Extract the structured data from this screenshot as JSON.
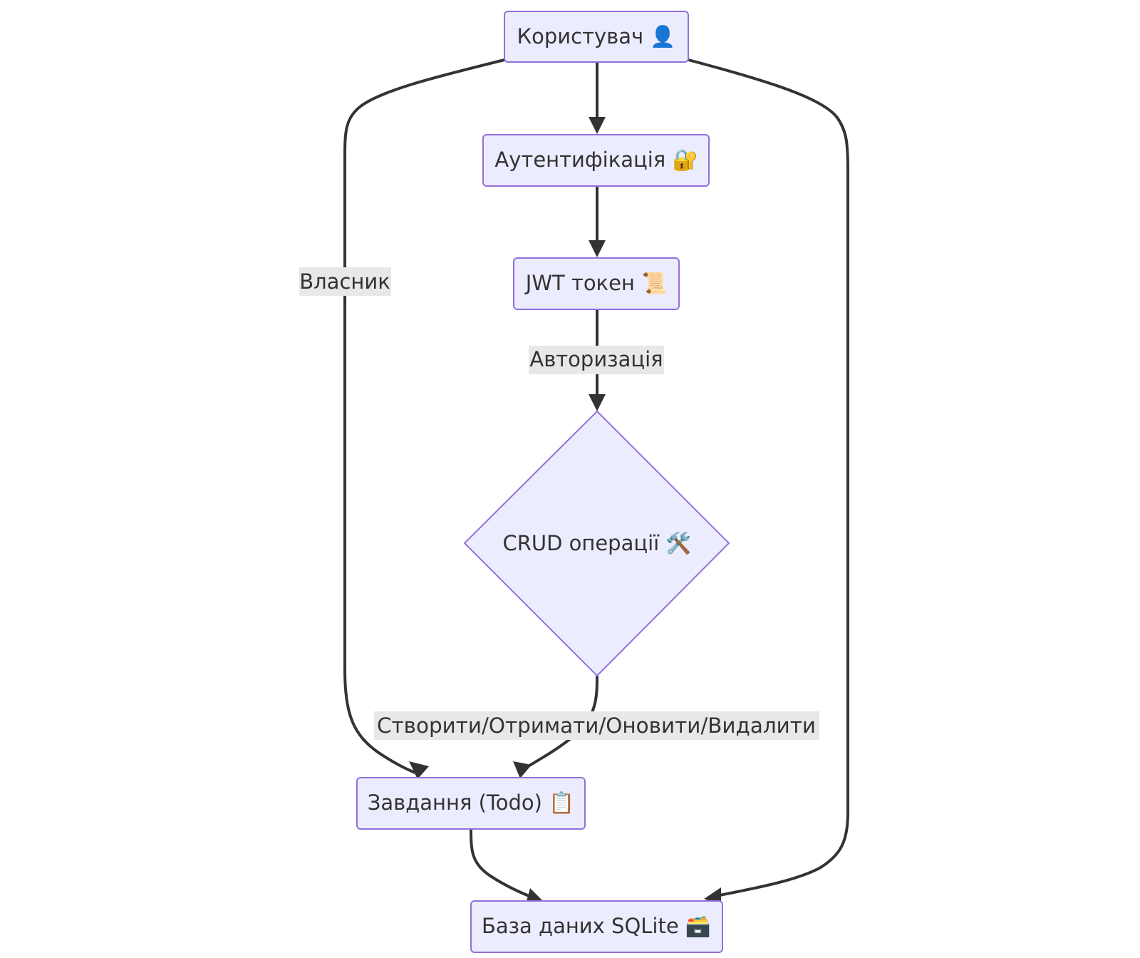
{
  "diagram": {
    "type": "flowchart",
    "nodes": {
      "user": {
        "label": "Користувач 👤"
      },
      "auth": {
        "label": "Аутентифікація 🔐"
      },
      "jwt": {
        "label": "JWT токен 📜"
      },
      "crud": {
        "label": "CRUD операції 🛠️"
      },
      "todo": {
        "label": "Завдання (Todo) 📋"
      },
      "db": {
        "label": "База даних SQLite 🗃️"
      }
    },
    "edges": {
      "user_auth": {
        "from": "user",
        "to": "auth",
        "label": ""
      },
      "auth_jwt": {
        "from": "auth",
        "to": "jwt",
        "label": ""
      },
      "jwt_crud": {
        "from": "jwt",
        "to": "crud",
        "label": "Авторизація"
      },
      "crud_todo": {
        "from": "crud",
        "to": "todo",
        "label": "Створити/Отримати/Оновити/Видалити"
      },
      "user_todo": {
        "from": "user",
        "to": "todo",
        "label": "Власник"
      },
      "user_db": {
        "from": "user",
        "to": "db",
        "label": ""
      },
      "todo_db": {
        "from": "todo",
        "to": "db",
        "label": ""
      }
    },
    "colors": {
      "node_fill": "#ECECFF",
      "node_stroke": "#9370DB",
      "edge": "#333333",
      "edge_label_bg": "#e8e8e8",
      "text": "#333333"
    }
  }
}
